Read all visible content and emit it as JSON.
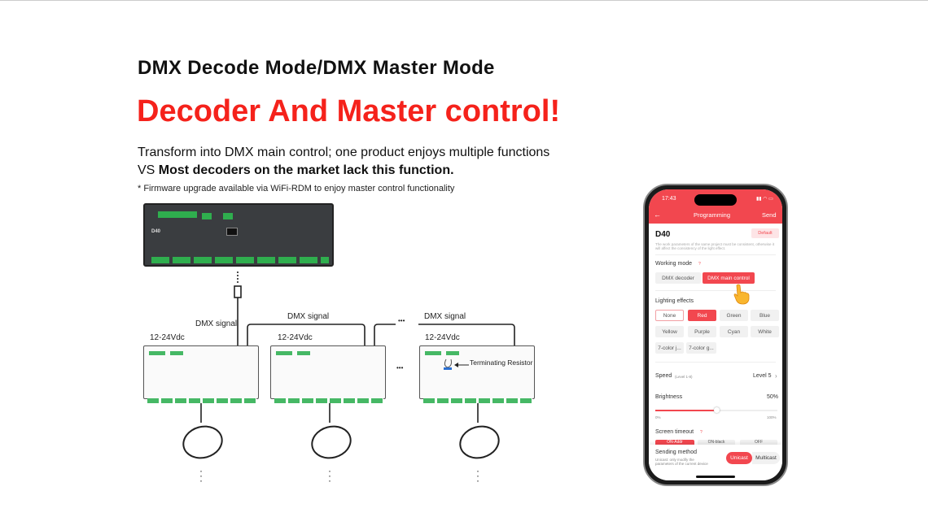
{
  "heading": "DMX Decode Mode/DMX Master Mode",
  "headline": "Decoder And Master control!",
  "desc_line1": "Transform into DMX main control; one product enjoys multiple functions",
  "desc_line2_prefix": "VS ",
  "desc_line2_bold": "Most decoders on the market lack this function.",
  "footnote": "* Firmware upgrade available via WiFi-RDM to enjoy  master control functionality",
  "diagram": {
    "controller_label": "D40",
    "signal_labels": [
      "DMX signal",
      "DMX signal",
      "DMX signal"
    ],
    "power_labels": [
      "12-24Vdc",
      "12-24Vdc",
      "12-24Vdc"
    ],
    "terminating": "Terminating Resistor",
    "ellipsis": "•••"
  },
  "phone": {
    "time": "17:43",
    "title": "Programming",
    "send": "Send",
    "device": "D40",
    "default_btn": "Default",
    "notice": "The work parameters of the same project must be consistent, otherwise it will affect the consistency of the light effect.",
    "working_mode_label": "Working mode",
    "modes": [
      "DMX decoder",
      "DMX main control"
    ],
    "lighting_label": "Lighting effects",
    "effects": [
      "None",
      "Red",
      "Green",
      "Blue",
      "Yellow",
      "Purple",
      "Cyan",
      "White",
      "7-color j...",
      "7-color g..."
    ],
    "speed_label": "Speed",
    "speed_hint": "(Level 1-8)",
    "speed_value": "Level 5",
    "brightness_label": "Brightness",
    "brightness_value": "50%",
    "brightness_fraction": 0.5,
    "slider_min": "0%",
    "slider_max": "100%",
    "timeout_label": "Screen timeout",
    "timeout_options": [
      "ON-Addr",
      "ON-black",
      "OFF"
    ],
    "sending_label": "Sending method",
    "sending_hint": "Unicast: only modify the parameters of the current device",
    "unicast": "Unicast",
    "multicast": "Multicast",
    "colors": {
      "accent": "#f2474f",
      "headline": "#f5221b"
    }
  }
}
